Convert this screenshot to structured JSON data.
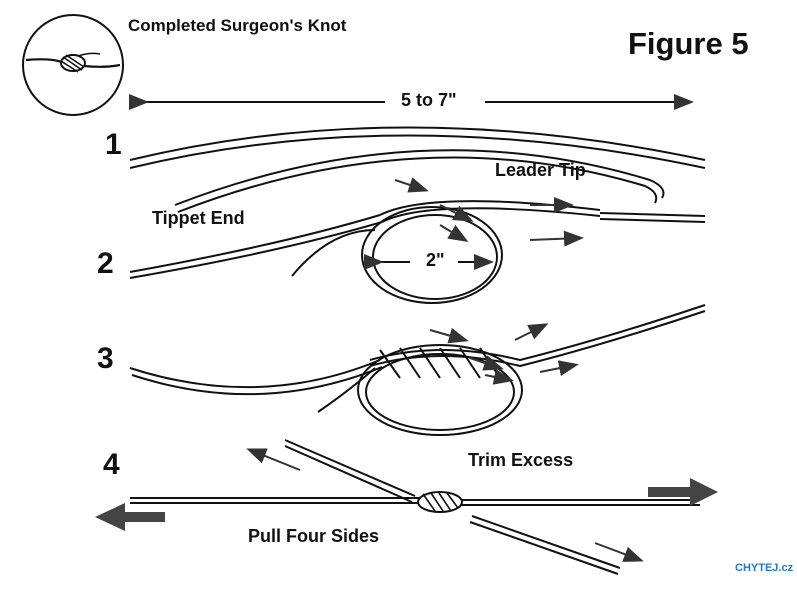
{
  "title": "Completed Surgeon's Knot",
  "figure_label": "Figure 5",
  "span_label": "5 to 7\"",
  "loop_label": "2\"",
  "labels": {
    "leader_tip": "Leader Tip",
    "tippet_end": "Tippet End",
    "trim_excess": "Trim Excess",
    "pull_four_sides": "Pull Four Sides"
  },
  "steps": [
    "1",
    "2",
    "3",
    "4"
  ],
  "logo": "CHYTEJ.cz"
}
